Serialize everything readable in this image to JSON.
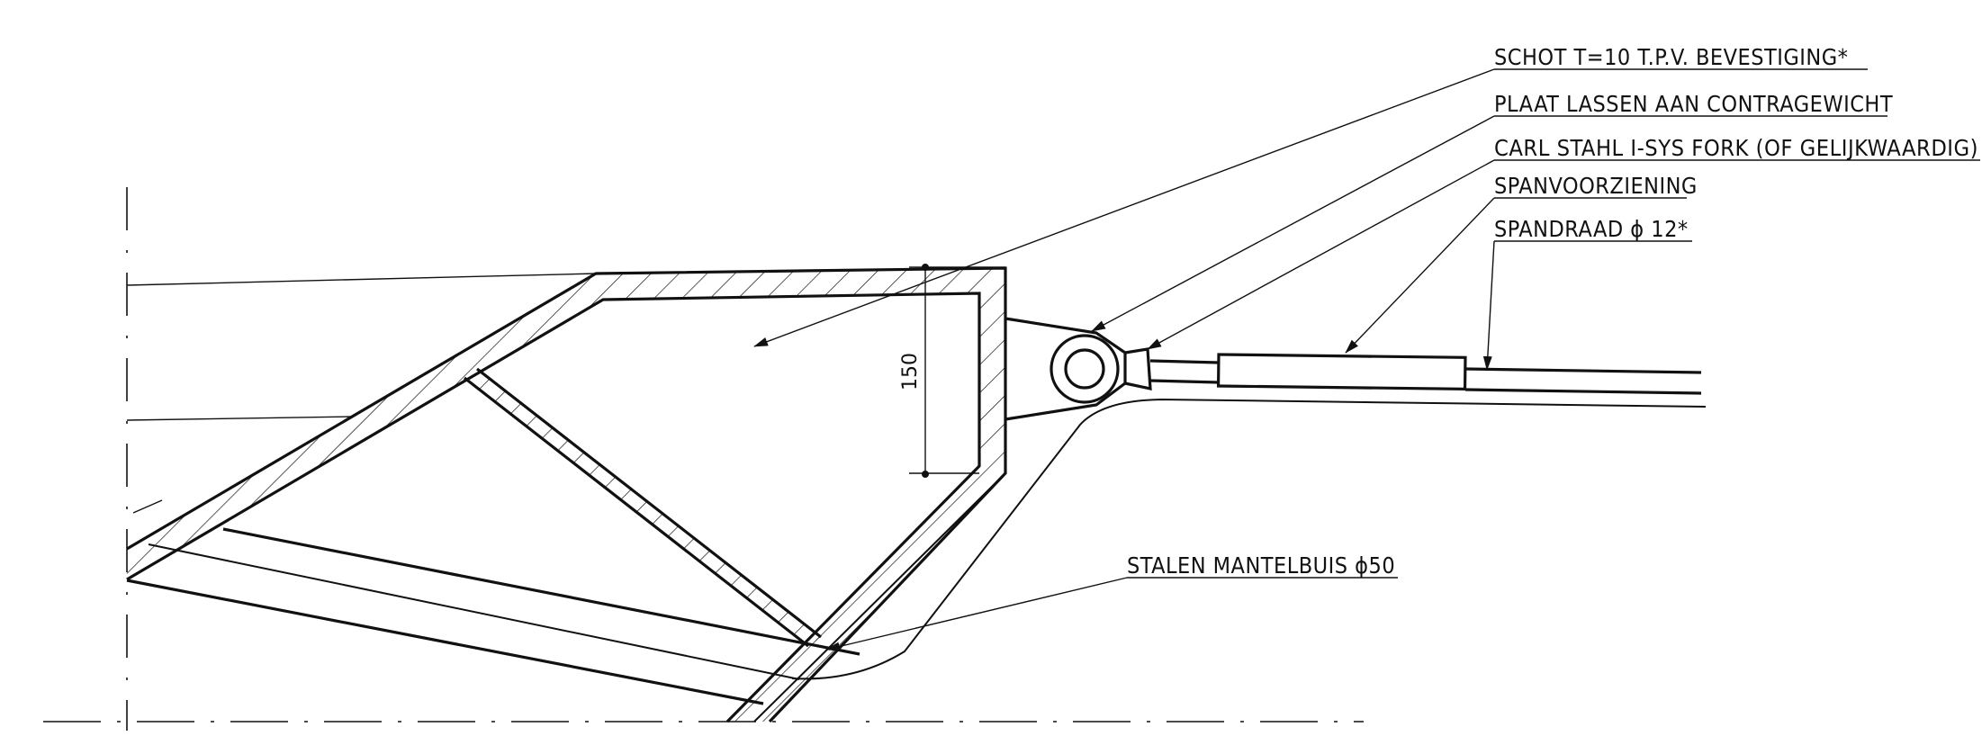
{
  "drawing": {
    "callouts": [
      {
        "id": "schot",
        "text": "SCHOT T=10 T.P.V. BEVESTIGING*"
      },
      {
        "id": "plaat",
        "text": "PLAAT LASSEN AAN CONTRAGEWICHT"
      },
      {
        "id": "fork",
        "text": "CARL STAHL I-SYS FORK (OF GELIJKWAARDIG)"
      },
      {
        "id": "span",
        "text": "SPANVOORZIENING"
      },
      {
        "id": "spandraad",
        "text": "SPANDRAAD ϕ 12*"
      },
      {
        "id": "mantelbuis",
        "text": "STALEN MANTELBUIS ϕ50"
      }
    ],
    "dimension": {
      "value": "150"
    }
  }
}
